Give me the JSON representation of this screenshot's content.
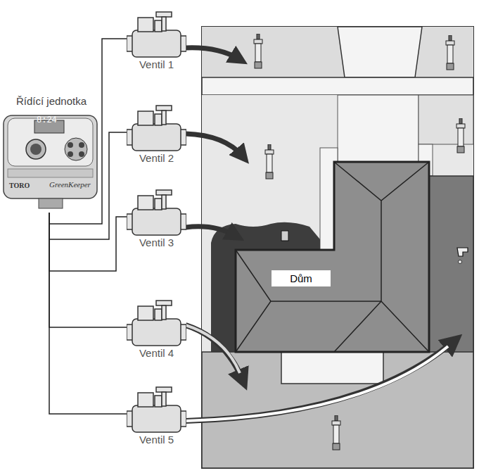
{
  "diagram": {
    "nodes": [
      {
        "text": [
          "Řídící jednotka"
        ]
      },
      {
        "text": [
          "Ventil 1"
        ]
      },
      {
        "text": [
          "Ventil 2"
        ]
      },
      {
        "text": [
          "Ventil 3"
        ]
      },
      {
        "text": [
          "Ventil 4"
        ]
      },
      {
        "text": [
          "Ventil 5"
        ]
      },
      {
        "text": [
          "Dům"
        ]
      }
    ],
    "edges": [
      {
        "from": 0,
        "to": 1,
        "arrow": "none"
      },
      {
        "from": 0,
        "to": 2,
        "arrow": "none"
      },
      {
        "from": 0,
        "to": 3,
        "arrow": "none"
      },
      {
        "from": 0,
        "to": 4,
        "arrow": "none"
      },
      {
        "from": 0,
        "to": 5,
        "arrow": "none"
      }
    ],
    "labels": [
      "8:24",
      "TORO",
      "GreenKeeper"
    ]
  }
}
